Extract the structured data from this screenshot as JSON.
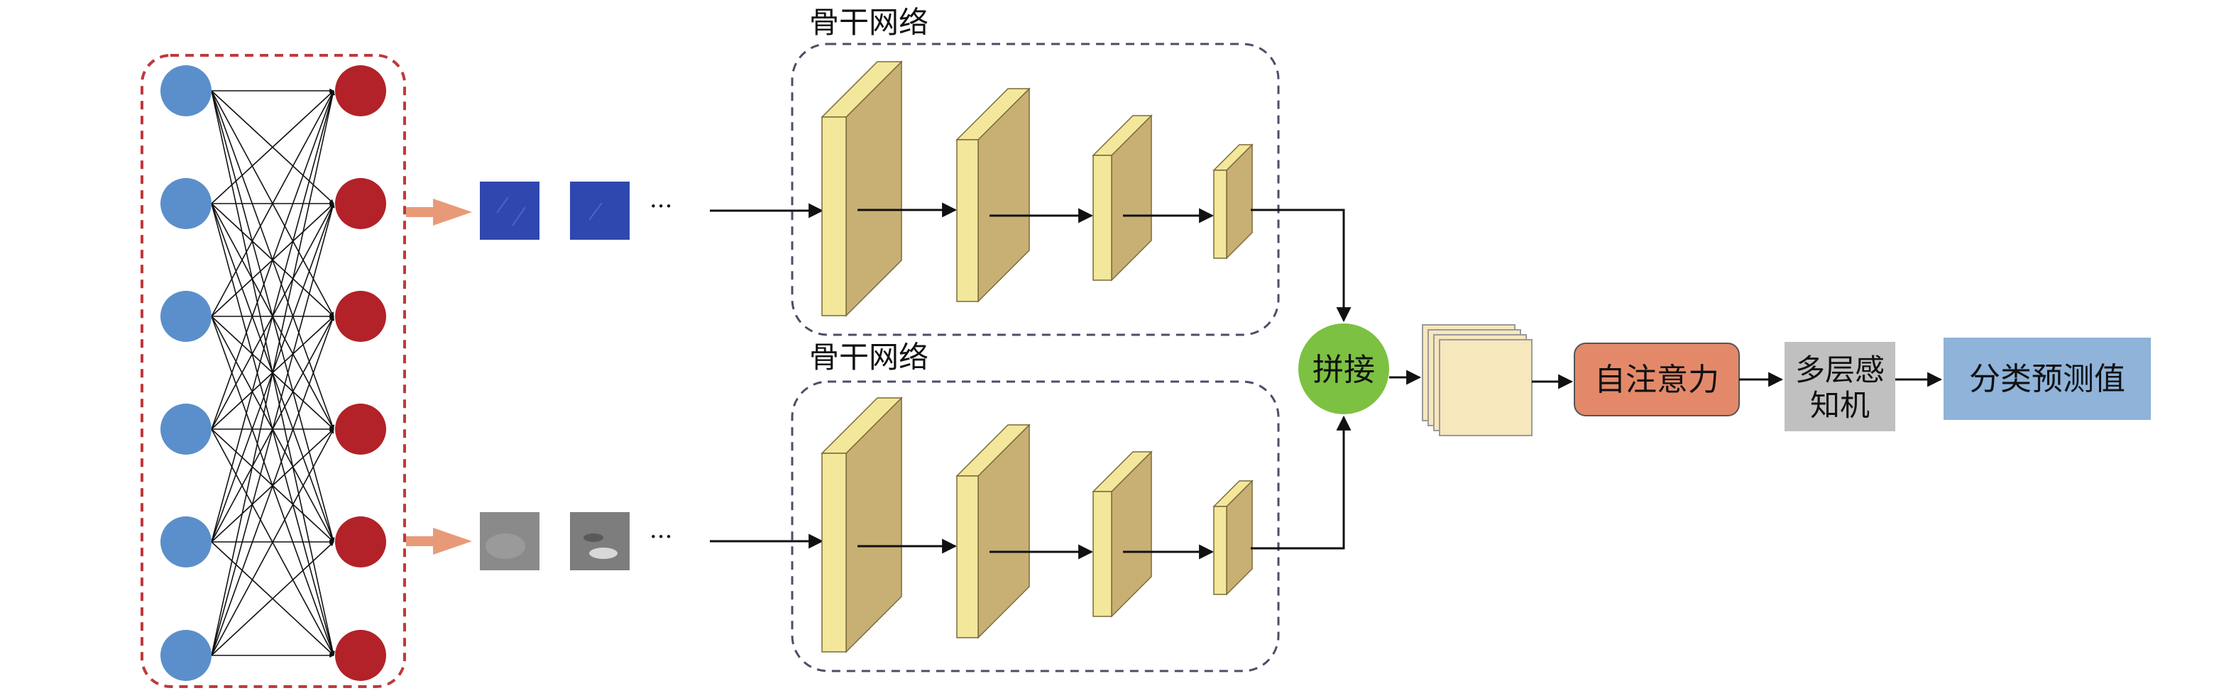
{
  "backbone_top": {
    "label": "骨干网络"
  },
  "backbone_bottom": {
    "label": "骨干网络"
  },
  "ellipsis": "···",
  "concat": {
    "label": "拼接"
  },
  "self_attention": {
    "label": "自注意力"
  },
  "mlp": {
    "line1": "多层感",
    "line2": "知机"
  },
  "output": {
    "label": "分类预测值"
  },
  "colors": {
    "input_node": "#5b8fcb",
    "output_node": "#b22228",
    "concat_circle": "#7cc142",
    "attention_box": "#e3896a",
    "mlp_box": "#c0c0c0",
    "output_box": "#8fb3d9",
    "layer_front": "#f3e79b",
    "layer_side": "#c8b074",
    "feature_map": "#f7e7bd",
    "arrow_orange": "#e89a78",
    "patch_blue": "#2f47ae",
    "patch_gray": "#8a8a8a",
    "dashed_red": "#c0393b",
    "dashed_slate": "#4a4f66"
  }
}
